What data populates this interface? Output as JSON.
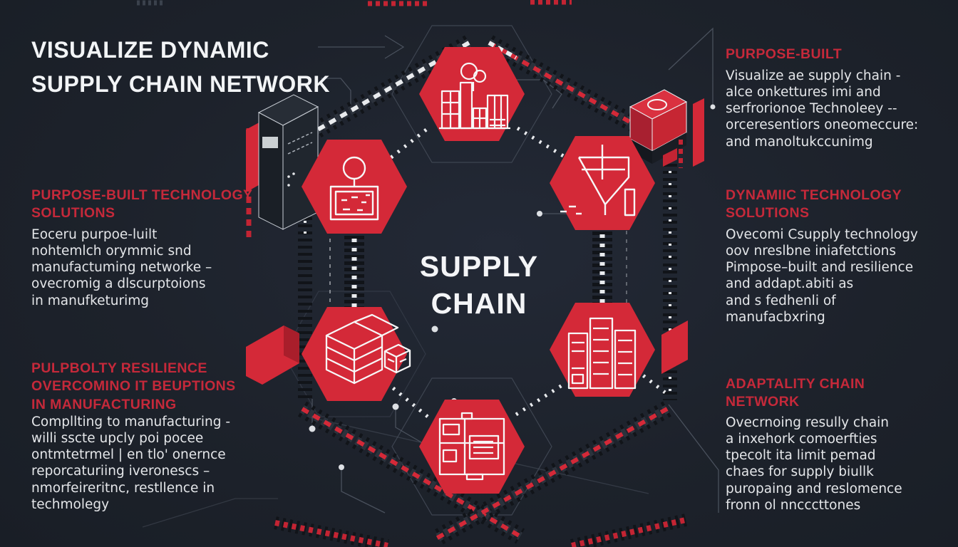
{
  "colors": {
    "background": "#1d222b",
    "node_red": "#d42938",
    "machine_red_dark": "#a82030",
    "heading_red": "#c5293a",
    "title_text": "#f2f4f6",
    "body_text": "#e4e6e9",
    "chain_white": "#e9ebee",
    "trace_gray": "#49505c"
  },
  "title": "VISUALIZE DYNAMIC\nSUPPLY CHAIN NETWORK",
  "center_label": "SUPPLY\nCHAIN",
  "left_sections": [
    {
      "heading": "PURPOSE-BUILT TECHNOLOGY\nSOLUTIONS",
      "body": "Eoceru purpoe-luilt\nnohtemlch orymmic snd\nmanufactuming networke –\novecromig a dlscurptoions\nin manufketurimg"
    },
    {
      "heading": "PULPBOLTY RESILIENCE\nOVERCOMINO IT BEUPTIONS\nIN MANUFACTURING",
      "body": "Compllting to manufacturing -\nwilli sscte upcly  poi pocee\nontmtetrmel | en tlo' onernce\nreporcaturiing iveronescs –\nnmorfeireritnc, restllence in\ntechmolegy"
    }
  ],
  "right_sections": [
    {
      "heading": "PURPOSE-BUILT",
      "body": "Visualize ae supply chain -\nalce onkettures imi and\nserfrorionoe Technoleey --\norceresentiors oneomeccure:\nand manoltukccunimg"
    },
    {
      "heading": "DYNAMIIC TECHNOLOGY\nSOLUTIONS",
      "body": "Ovecomi Csupply technology\noov nreslbne iniafetctions\nPimpose–built and resilience\nand addapt.abiti as\nand s fedhenli of\nmanufacbxring"
    },
    {
      "heading": "ADAPTALITY CHAIN\nNETWORK",
      "body": "Ovecrnoing resully chain\na inxehork comoerfties\ntpecolt ita limit pemad\nchaes for supply biullk\npuropaing and reslomence\nfronn ol nncccttones"
    }
  ],
  "diagram": {
    "shape": "hexagonal supply chain ring with chain-link edges",
    "nodes": [
      {
        "position": "top",
        "icon": "city-buildings-icon"
      },
      {
        "position": "upper-left",
        "icon": "location-pin-box-icon"
      },
      {
        "position": "upper-right",
        "icon": "funnel-filter-icon"
      },
      {
        "position": "lower-left",
        "icon": "package-boxes-icon"
      },
      {
        "position": "lower-right",
        "icon": "server-racks-icon"
      },
      {
        "position": "bottom",
        "icon": "floor-plan-icon"
      }
    ],
    "decorations": [
      "isometric-machine-left",
      "isometric-machine-right",
      "circuit-traces",
      "chain-links"
    ]
  }
}
